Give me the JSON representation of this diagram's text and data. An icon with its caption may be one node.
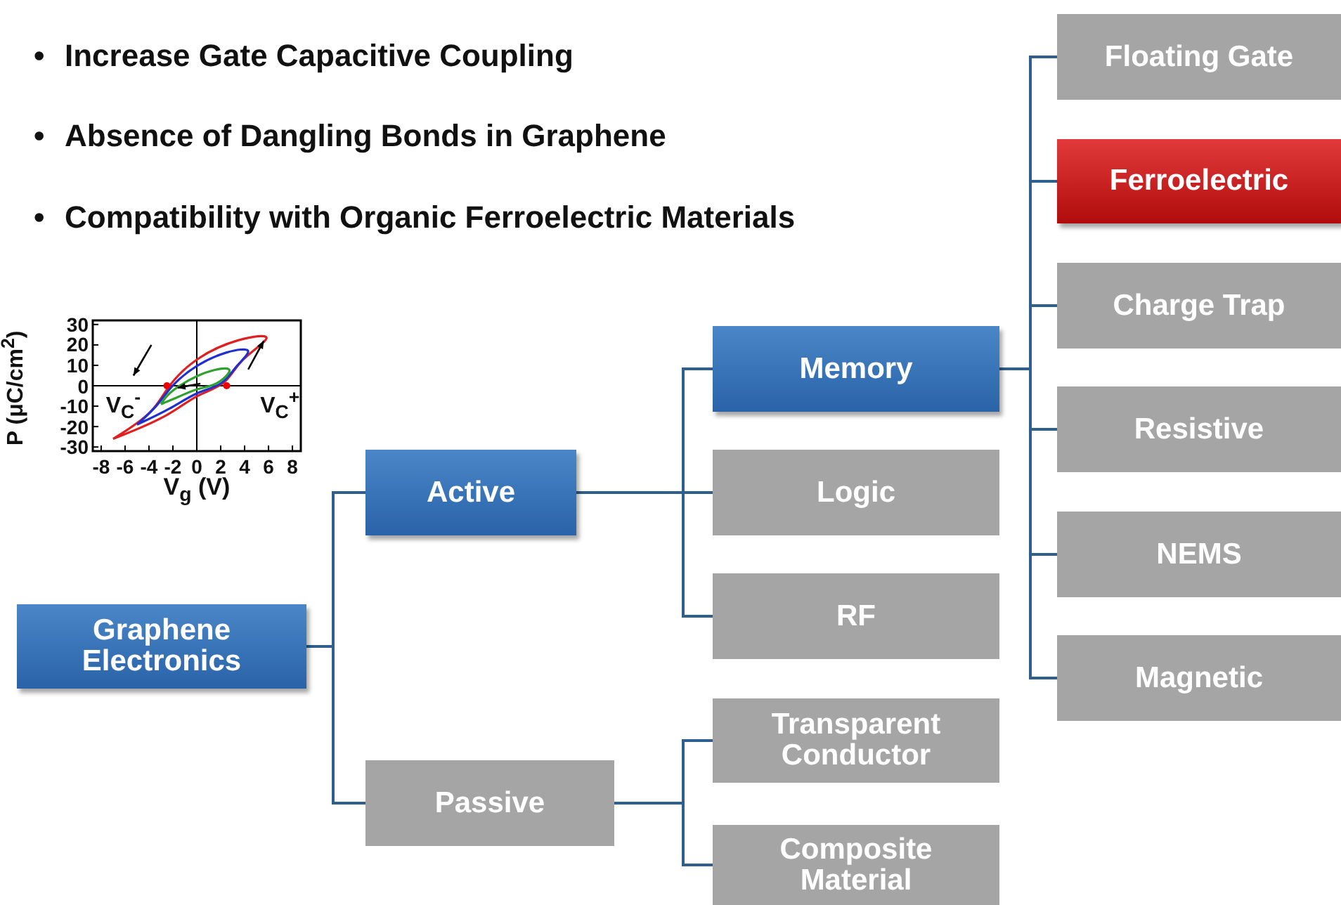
{
  "diagram": {
    "nodes": [
      {
        "text": [
          "Graphene Electronics"
        ]
      },
      {
        "text": [
          "Active"
        ]
      },
      {
        "text": [
          "Passive"
        ]
      },
      {
        "text": [
          "Memory"
        ]
      },
      {
        "text": [
          "Logic"
        ]
      },
      {
        "text": [
          "RF"
        ]
      },
      {
        "text": [
          "Transparent Conductor"
        ]
      },
      {
        "text": [
          "Composite Material"
        ]
      },
      {
        "text": [
          "Floating Gate"
        ]
      },
      {
        "text": [
          "Ferroelectric"
        ]
      },
      {
        "text": [
          "Charge Trap"
        ]
      },
      {
        "text": [
          "Resistive"
        ]
      },
      {
        "text": [
          "NEMS"
        ]
      },
      {
        "text": [
          "Magnetic"
        ]
      }
    ],
    "edges": [
      {
        "from": 0,
        "to": 1,
        "arrow": "none"
      },
      {
        "from": 0,
        "to": 2,
        "arrow": "none"
      },
      {
        "from": 1,
        "to": 3,
        "arrow": "none"
      },
      {
        "from": 1,
        "to": 4,
        "arrow": "none"
      },
      {
        "from": 1,
        "to": 5,
        "arrow": "none"
      },
      {
        "from": 2,
        "to": 6,
        "arrow": "none"
      },
      {
        "from": 2,
        "to": 7,
        "arrow": "none"
      },
      {
        "from": 3,
        "to": 8,
        "arrow": "none"
      },
      {
        "from": 3,
        "to": 9,
        "arrow": "none"
      },
      {
        "from": 3,
        "to": 10,
        "arrow": "none"
      },
      {
        "from": 3,
        "to": 11,
        "arrow": "none"
      },
      {
        "from": 3,
        "to": 12,
        "arrow": "none"
      },
      {
        "from": 3,
        "to": 13,
        "arrow": "none"
      }
    ],
    "labels": [
      "•",
      "Increase Gate Capacitive Coupling",
      "•",
      "Absence of Dangling Bonds in Graphene",
      "•",
      "Compatibility with Organic Ferroelectric Materials",
      "30",
      "20",
      "10",
      "0",
      "-10",
      "-20",
      "-30",
      "P (μC/cm$^{2}$)",
      "V$_{C}$$^{-}$",
      "V$_{C}$$^{+}$",
      "-8",
      "-6",
      "-4",
      "-2",
      "0",
      "2",
      "4",
      "6",
      "8",
      "V$_{g}$ (V)"
    ]
  }
}
